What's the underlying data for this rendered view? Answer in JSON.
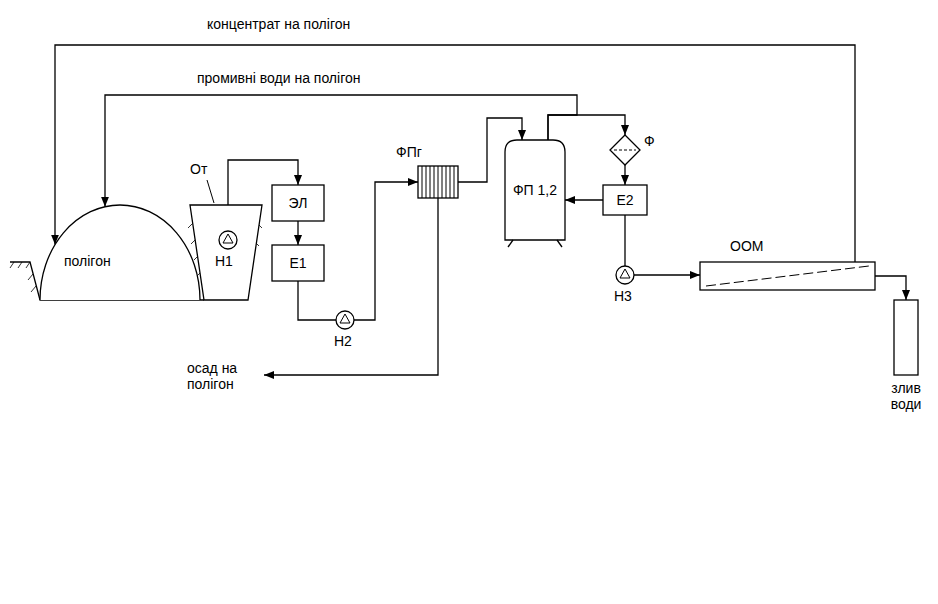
{
  "diagram": {
    "nodes": [
      {
        "text": [
          "полігон"
        ]
      },
      {
        "text": [
          "От"
        ]
      },
      {
        "text": [
          "Н1"
        ],
        "in": 1
      },
      {
        "text": [
          "ЭЛ"
        ]
      },
      {
        "text": [
          "Е1"
        ]
      },
      {
        "text": [
          "Н2"
        ]
      },
      {
        "text": [
          "ФПг"
        ]
      },
      {
        "text": [
          "ФП 1,2"
        ]
      },
      {
        "text": [
          "Ф"
        ]
      },
      {
        "text": [
          "Е2"
        ]
      },
      {
        "text": [
          "Н3"
        ]
      },
      {
        "text": [
          "ООМ"
        ]
      },
      {
        "text": [
          "злив води"
        ]
      }
    ],
    "edges": [
      {
        "from": 2,
        "to": 3,
        "arrow": "to"
      },
      {
        "from": 3,
        "to": 4,
        "arrow": "to"
      },
      {
        "from": 4,
        "to": 5,
        "arrow": "none"
      },
      {
        "from": 5,
        "to": 6,
        "arrow": "to"
      },
      {
        "from": 6,
        "to": 7,
        "arrow": "to"
      },
      {
        "from": 7,
        "to": 8,
        "arrow": "to"
      },
      {
        "from": 7,
        "to": 0,
        "label": "промивні води на полігон",
        "arrow": "to"
      },
      {
        "from": 8,
        "to": 9,
        "arrow": "to"
      },
      {
        "from": 9,
        "to": 7,
        "arrow": "to"
      },
      {
        "from": 9,
        "to": 10,
        "arrow": "none"
      },
      {
        "from": 10,
        "to": 11,
        "arrow": "to"
      },
      {
        "from": 11,
        "to": 12,
        "arrow": "to"
      },
      {
        "from": 11,
        "to": 0,
        "label": "концентрат на полігон",
        "arrow": "to"
      }
    ],
    "labels": [
      "осад на полігон"
    ]
  }
}
